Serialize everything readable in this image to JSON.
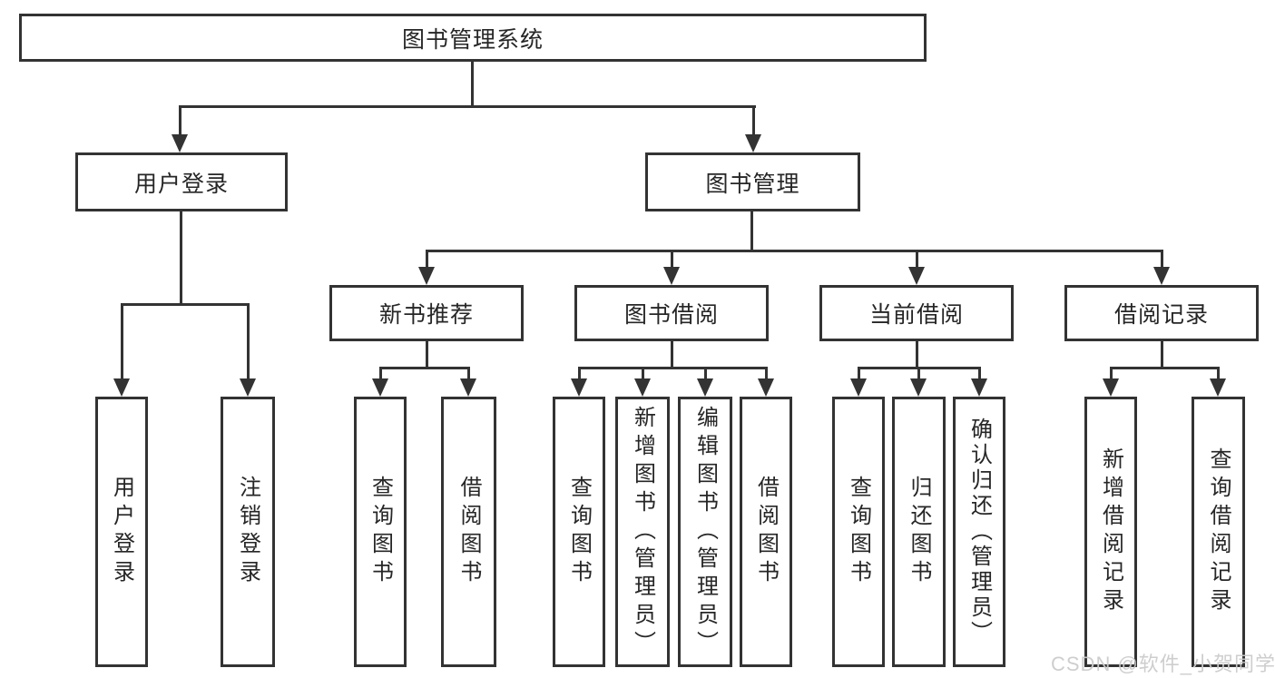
{
  "colors": {
    "background": "#ffffff",
    "line": "#333333",
    "box_border": "#333333",
    "text": "#262626",
    "watermark": "#cbcbcb"
  },
  "tree": {
    "root": "图书管理系统",
    "level2": [
      "用户登录",
      "图书管理"
    ],
    "level3": [
      "新书推荐",
      "图书借阅",
      "当前借阅",
      "借阅记录"
    ],
    "leaves": {
      "user_login": [
        "用户登录",
        "注销登录"
      ],
      "new_book": [
        "查询图书",
        "借阅图书"
      ],
      "borrowing": [
        "查询图书",
        "新增图书（管理员）",
        "编辑图书（管理员）",
        "借阅图书"
      ],
      "current": [
        "查询图书",
        "归还图书",
        "确认归还（管理员）"
      ],
      "records": [
        "新增借阅记录",
        "查询借阅记录"
      ]
    }
  },
  "watermark": "CSDN @软件_小贺同学"
}
